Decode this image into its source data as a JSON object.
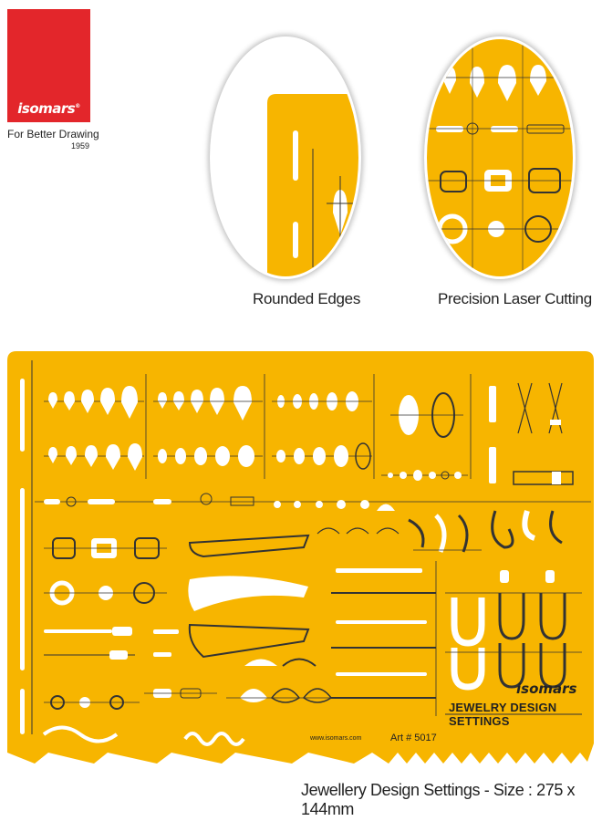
{
  "brand": {
    "name": "isomars",
    "tagline": "For Better Drawing",
    "year": "1959"
  },
  "details": [
    {
      "caption": "Rounded Edges"
    },
    {
      "caption": "Precision Laser Cutting"
    }
  ],
  "stencil": {
    "brand_mark": "isomars",
    "product_label": "JEWELRY DESIGN SETTINGS",
    "website": "www.isomars.com",
    "art_number": "Art # 5017"
  },
  "footer_caption": "Jewellery Design Settings - Size : 275 x 144mm",
  "colors": {
    "stencil": "#f7b500",
    "brand_red": "#e3262b",
    "cutout": "#ffffff",
    "ink": "#222222"
  }
}
